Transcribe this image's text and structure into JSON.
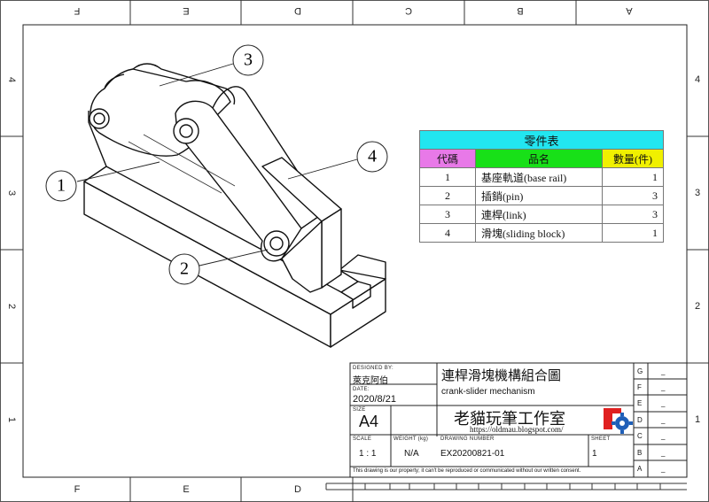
{
  "border": {
    "columns_top": [
      "F",
      "E",
      "D",
      "C",
      "B",
      "A"
    ],
    "columns_bottom": [
      "F",
      "E",
      "D"
    ],
    "rows_left": [
      "4",
      "3",
      "2",
      "1"
    ],
    "rows_right": [
      "4",
      "3",
      "2",
      "1"
    ]
  },
  "balloons": [
    "3",
    "4",
    "1",
    "2"
  ],
  "bom": {
    "title": "零件表",
    "headers": {
      "no": "代碼",
      "name": "品名",
      "qty": "數量(件)"
    },
    "rows": [
      {
        "no": "1",
        "name": "基座軌道(base rail)",
        "qty": "1"
      },
      {
        "no": "2",
        "name": "插銷(pin)",
        "qty": "3"
      },
      {
        "no": "3",
        "name": "連桿(link)",
        "qty": "3"
      },
      {
        "no": "4",
        "name": "滑塊(sliding block)",
        "qty": "1"
      }
    ]
  },
  "title_block": {
    "designed_by_label": "DESIGNED BY:",
    "designer": "萊克阿伯",
    "date_label": "DATE:",
    "date": "2020/8/21",
    "title_zh": "連桿滑塊機構組合圖",
    "title_en": "crank-slider mechanism",
    "size_label": "SIZE",
    "size": "A4",
    "studio": "老貓玩筆工作室",
    "url": "https://oldmau.blogspot.com/",
    "scale_label": "SCALE",
    "scale": "1 : 1",
    "weight_label": "WEIGHT (kg)",
    "weight": "N/A",
    "drawing_number_label": "DRAWING NUMBER",
    "drawing_number": "EX20200821-01",
    "sheet_label": "SHEET",
    "sheet": "1",
    "disclaimer": "This drawing is our property; it can't be reproduced or communicated without our written consent.",
    "revisions": [
      {
        "letter": "G",
        "mark": "_"
      },
      {
        "letter": "F",
        "mark": "_"
      },
      {
        "letter": "E",
        "mark": "_"
      },
      {
        "letter": "D",
        "mark": "_"
      },
      {
        "letter": "C",
        "mark": "_"
      },
      {
        "letter": "B",
        "mark": "_"
      },
      {
        "letter": "A",
        "mark": "_"
      }
    ]
  },
  "colors": {
    "bom_title": "#22e6f0",
    "bom_no": "#e879e8",
    "bom_name": "#18e018",
    "bom_qty": "#f0f000",
    "logo_red": "#e02020",
    "logo_blue": "#1f5fb8"
  }
}
